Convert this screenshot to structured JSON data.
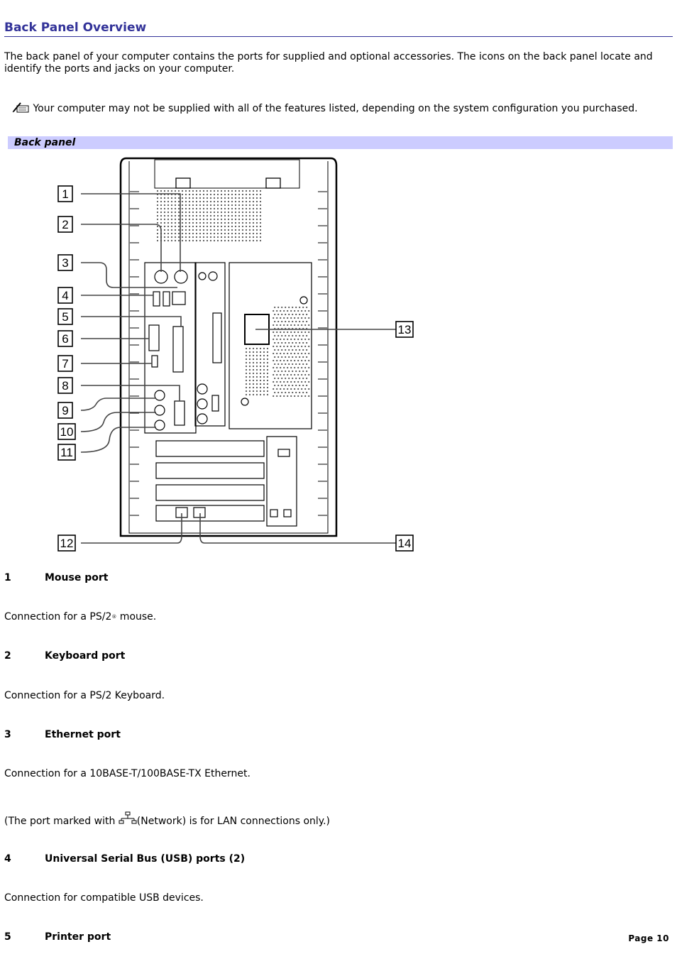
{
  "title": "Back Panel Overview",
  "intro": "The back panel of your computer contains the ports for supplied and optional accessories. The icons on the back panel locate and identify the ports and jacks on your computer.",
  "note": " Your computer may not be supplied with all of the features listed, depending on the system configuration you purchased.",
  "section_title": "Back panel",
  "callouts": [
    "1",
    "2",
    "3",
    "4",
    "5",
    "6",
    "7",
    "8",
    "9",
    "10",
    "11",
    "12",
    "13",
    "14"
  ],
  "items": [
    {
      "num": "1",
      "label": "Mouse port",
      "desc_a": "Connection for a PS/2",
      "desc_sup": "®",
      "desc_b": " mouse."
    },
    {
      "num": "2",
      "label": "Keyboard port",
      "desc": "Connection for a PS/2 Keyboard."
    },
    {
      "num": "3",
      "label": "Ethernet port",
      "desc": "Connection for a 10BASE-T/100BASE-TX Ethernet.",
      "note_a": "(The port marked with ",
      "note_b": "(Network) is for LAN connections only.)"
    },
    {
      "num": "4",
      "label": "Universal Serial Bus (USB) ports (2)",
      "desc": "Connection for compatible USB devices."
    },
    {
      "num": "5",
      "label": "Printer port"
    }
  ],
  "page_label": "Page 10",
  "colors": {
    "title": "#333399",
    "section_bar": "#ccccff"
  },
  "icons": [
    "note-pencil-icon",
    "network-icon"
  ]
}
